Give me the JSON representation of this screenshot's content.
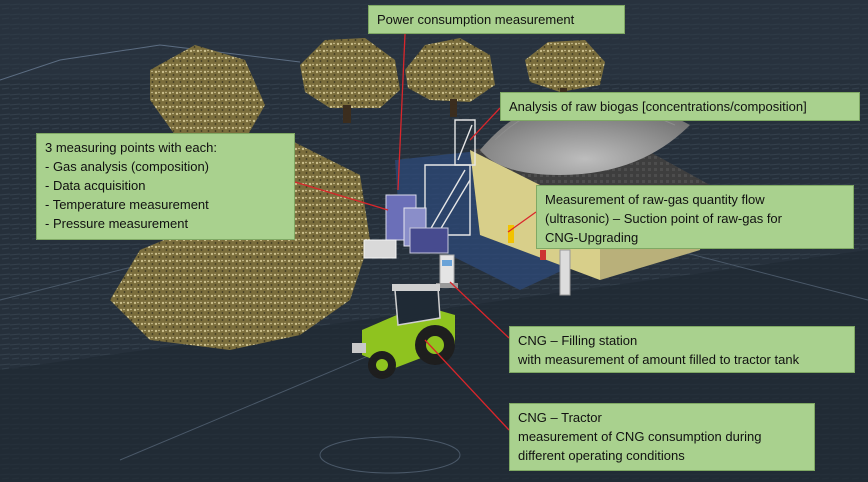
{
  "colors": {
    "callout_fill": "#a9d18e",
    "leader_line": "#d9262b",
    "terrain": "#1c2431"
  },
  "callouts": {
    "power": {
      "lines": [
        "Power consumption measurement"
      ]
    },
    "analysis": {
      "lines": [
        "Analysis of raw biogas [concentrations/composition]"
      ]
    },
    "measuring_points": {
      "lines": [
        "3 measuring points with each:",
        "- Gas analysis (composition)",
        "- Data acquisition",
        "- Temperature measurement",
        "- Pressure measurement"
      ]
    },
    "quantity_flow": {
      "lines": [
        "Measurement of raw-gas quantity flow",
        "(ultrasonic) – Suction point of raw-gas for",
        "CNG-Upgrading"
      ]
    },
    "filling_station": {
      "lines": [
        "CNG – Filling station",
        "with measurement of amount filled to tractor tank"
      ]
    },
    "tractor": {
      "lines": [
        "CNG – Tractor",
        "measurement of CNG consumption during",
        "different operating conditions"
      ]
    }
  }
}
